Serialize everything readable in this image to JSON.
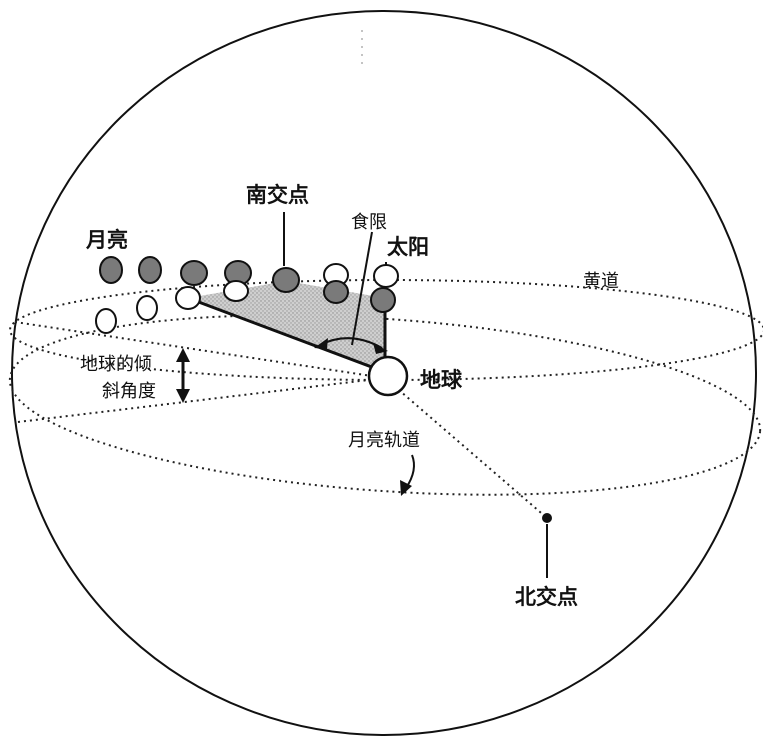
{
  "labels": {
    "south_node": "南交点",
    "eclipse_limit": "食限",
    "moon": "月亮",
    "sun": "太阳",
    "ecliptic": "黄道",
    "earth": "地球",
    "tilt_line1": "地球的倾",
    "tilt_line2": "斜角度",
    "moon_orbit": "月亮轨道",
    "north_node": "北交点"
  },
  "colors": {
    "ink": "#111111",
    "moon_dark": "#7a7a7a",
    "eclipse_zone": "#c4c4c4",
    "background": "#ffffff"
  }
}
